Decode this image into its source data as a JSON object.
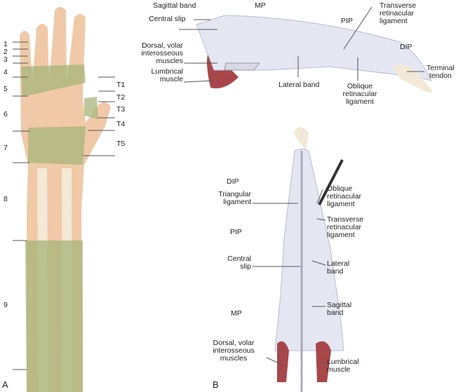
{
  "colors": {
    "skin": "#f0c9a8",
    "bone": "#f3e9d6",
    "zone": "#a7b47a",
    "tendon": "#e4e6f2",
    "muscle": "#a8474a"
  },
  "panel_a": {
    "label": "A",
    "finger_zones": [
      "1",
      "2",
      "3",
      "4",
      "5",
      "6",
      "7",
      "8",
      "9"
    ],
    "thumb_zones": [
      "T1",
      "T2",
      "T3",
      "T4",
      "T5"
    ]
  },
  "panel_b": {
    "label": "B",
    "lateral_view": {
      "sagittal_band": "Sagittal band",
      "mp": "MP",
      "central_slip": "Central slip",
      "pip": "PIP",
      "transverse_retinacular": "Transverse\nretinacular\nligament",
      "interosseous": "Dorsal, volar\ninterosseous\nmuscles",
      "dip": "DIP",
      "lumbrical": "Lumbrical\nmuscle",
      "terminal_tendon": "Terminal\ntendon",
      "lateral_band": "Lateral band",
      "oblique_retinacular": "Oblique\nretinacular\nligament"
    },
    "dorsal_view": {
      "dip": "DIP",
      "triangular": "Triangular\nligament",
      "pip": "PIP",
      "central_slip": "Central\nslip",
      "mp": "MP",
      "interosseous": "Dorsal, volar\ninterosseous\nmuscles",
      "oblique_retinacular": "Oblique\nretinacular\nligament",
      "transverse_retinacular": "Transverse\nretinacular\nligament",
      "lateral_band": "Lateral\nband",
      "sagittal_band": "Sagittal\nband",
      "lumbrical": "Lumbrical\nmuscle"
    }
  }
}
